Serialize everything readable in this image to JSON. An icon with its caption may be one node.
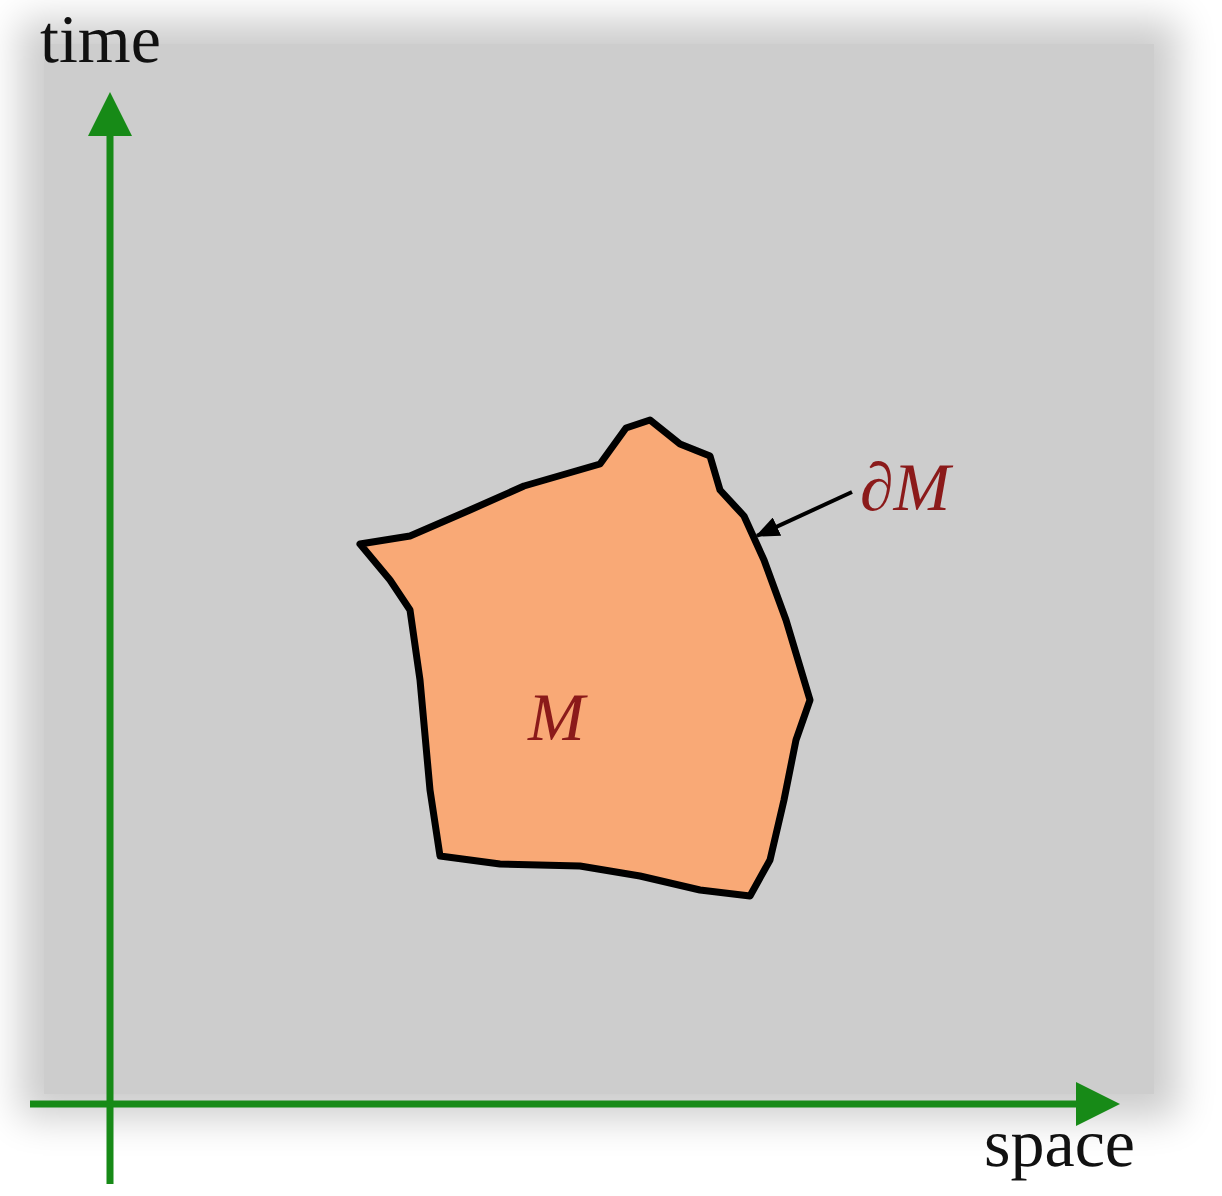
{
  "diagram": {
    "nodes": [
      {
        "text": [
          "M"
        ]
      },
      {
        "text": [
          "∂M"
        ]
      }
    ],
    "edges": [
      {
        "from": 1,
        "to": 0,
        "arrow": "to"
      }
    ],
    "labels": [
      "time",
      "space"
    ]
  }
}
